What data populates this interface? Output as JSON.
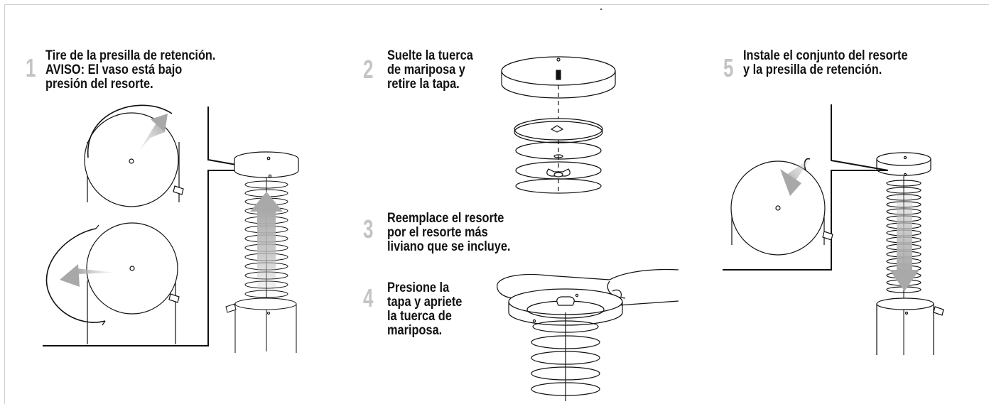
{
  "steps": [
    {
      "number": "1",
      "text": "Tire de la presilla de retención.\nAVISO: El vaso está bajo\npresión del resorte."
    },
    {
      "number": "2",
      "text": "Suelte la tuerca\nde mariposa y\nretire la tapa."
    },
    {
      "number": "3",
      "text": "Reemplace el resorte\npor el resorte más\nliviano que se incluye."
    },
    {
      "number": "4",
      "text": "Presione la\ntapa y apriete\nla tuerca de\nmariposa."
    },
    {
      "number": "5",
      "text": "Instale el conjunto del resorte\ny la presilla de retención."
    }
  ],
  "colors": {
    "number": "#c4c4c4",
    "text": "#111111",
    "arrow": "#b8b8b8",
    "line": "#111111"
  }
}
